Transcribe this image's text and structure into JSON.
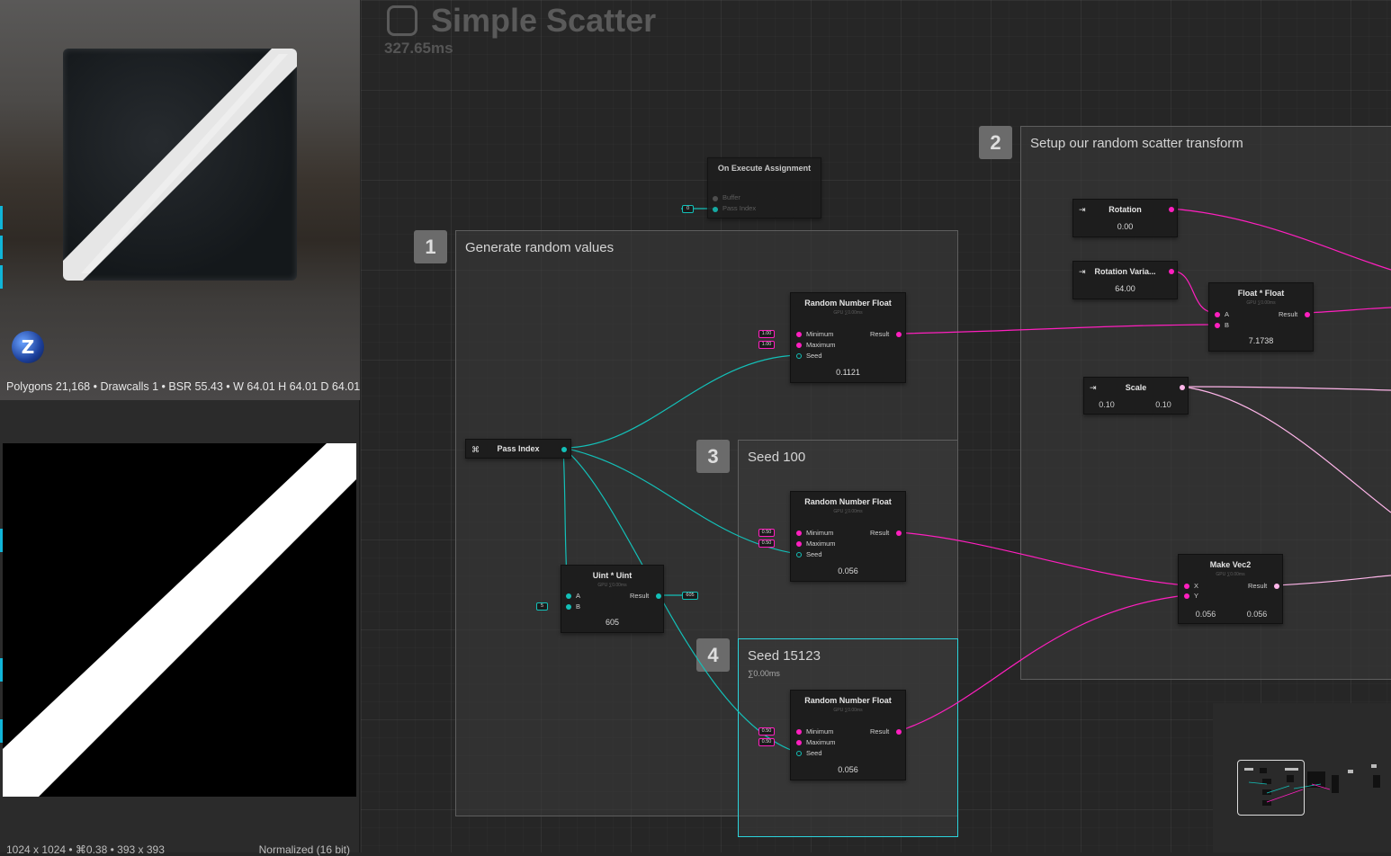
{
  "viewport": {
    "stats": "Polygons 21,168 • Drawcalls 1 • BSR 55.43 • W 64.01 H 64.01 D 64.01",
    "logo_letter": "Z"
  },
  "texture": {
    "info_left": "1024 x 1024 • ⌘0.38 • 393 x 393",
    "info_right": "Normalized (16 bit)"
  },
  "graph": {
    "title": "Simple Scatter",
    "time": "327.65ms"
  },
  "groups": {
    "g1": {
      "badge": "1",
      "title": "Generate random values"
    },
    "g2": {
      "badge": "2",
      "title": "Setup our random scatter transform"
    },
    "g3": {
      "badge": "3",
      "title": "Seed 100"
    },
    "g4": {
      "badge": "4",
      "title": "Seed 15123",
      "sub": "∑0.00ms"
    }
  },
  "nodes": {
    "on_execute": {
      "title": "On Execute Assignment",
      "pin_buffer": "Buffer",
      "pin_pass": "Pass Index",
      "pass_val": "0"
    },
    "pass_index": {
      "title": "Pass Index"
    },
    "uint_mul": {
      "title": "Uint * Uint",
      "sub": "GPU ∑0.00ms",
      "pin_a": "A",
      "pin_b": "B",
      "pin_result": "Result",
      "value": "605",
      "b_val": "5",
      "result_val": "605"
    },
    "rand1": {
      "title": "Random Number Float",
      "sub": "GPU ∑0.00ms",
      "pin_min": "Minimum",
      "pin_max": "Maximum",
      "pin_seed": "Seed",
      "pin_result": "Result",
      "min_val": "1.00",
      "max_val": "1.00",
      "value": "0.1121"
    },
    "rand2": {
      "title": "Random Number Float",
      "sub": "GPU ∑0.00ms",
      "pin_min": "Minimum",
      "pin_max": "Maximum",
      "pin_seed": "Seed",
      "pin_result": "Result",
      "min_val": "0.50",
      "max_val": "0.50",
      "value": "0.056"
    },
    "rand3": {
      "title": "Random Number Float",
      "sub": "GPU ∑0.00ms",
      "pin_min": "Minimum",
      "pin_max": "Maximum",
      "pin_seed": "Seed",
      "pin_result": "Result",
      "min_val": "0.50",
      "max_val": "0.50",
      "value": "0.056"
    },
    "rotation": {
      "title": "Rotation",
      "value": "0.00"
    },
    "rotation_var": {
      "title": "Rotation Varia...",
      "value": "64.00"
    },
    "float_mul": {
      "title": "Float * Float",
      "sub": "GPU ∑0.00ms",
      "pin_a": "A",
      "pin_b": "B",
      "pin_result": "Result",
      "value": "7.1738"
    },
    "scale": {
      "title": "Scale",
      "value_x": "0.10",
      "value_y": "0.10"
    },
    "make_vec2": {
      "title": "Make Vec2",
      "sub": "GPU ∑0.00ms",
      "pin_x": "X",
      "pin_y": "Y",
      "pin_result": "Result",
      "value_x": "0.056",
      "value_y": "0.056"
    }
  },
  "colors": {
    "float_wire": "#ff1fbf",
    "uint_wire": "#13c0b8",
    "vec_wire": "#ffb6ea",
    "selected_group": "#2bd4dc"
  }
}
